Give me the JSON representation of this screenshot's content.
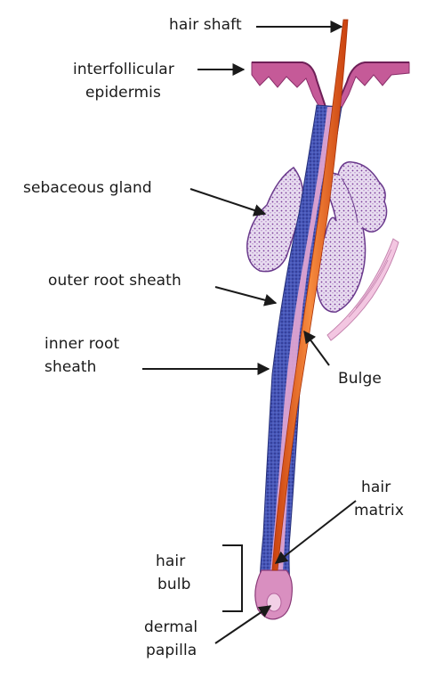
{
  "labels": {
    "hair_shaft": "hair shaft",
    "interfollicular_epidermis": [
      "interfollicular",
      "epidermis"
    ],
    "sebaceous_gland": "sebaceous gland",
    "outer_root_sheath": "outer root sheath",
    "inner_root_sheath": [
      "inner root",
      "sheath"
    ],
    "bulge": "Bulge",
    "hair_matrix": [
      "hair",
      "matrix"
    ],
    "hair_bulb": [
      "hair",
      "bulb"
    ],
    "dermal_papilla": [
      "dermal",
      "papilla"
    ]
  },
  "colors": {
    "hair_shaft": "#e8601c",
    "outer_root_sheath": "#3a4fb0",
    "tissue_pink": "#e6a7d1",
    "gland_fill": "#d9cbe6",
    "epidermis": "#b0407f"
  }
}
